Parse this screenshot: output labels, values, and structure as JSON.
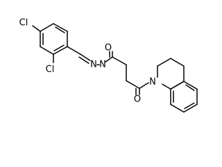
{
  "atoms": {
    "cl_para": {
      "text": "Cl",
      "color": "#000000"
    },
    "cl_ortho": {
      "text": "Cl",
      "color": "#000000"
    },
    "n_imine": {
      "text": "N",
      "color": "#000000"
    },
    "n_amide": {
      "text": "N",
      "color": "#000000"
    },
    "o_amide": {
      "text": "O",
      "color": "#000000"
    },
    "o_ketone": {
      "text": "O",
      "color": "#000000"
    },
    "n_ring": {
      "text": "N",
      "color": "#000000"
    }
  },
  "colors": {
    "bond": "#000000",
    "background": "#ffffff"
  }
}
